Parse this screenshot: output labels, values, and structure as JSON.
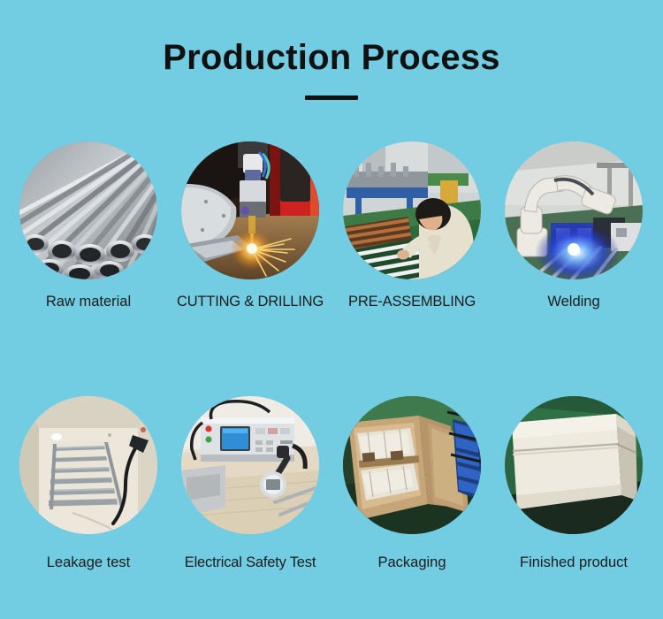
{
  "header": {
    "title": "Production Process",
    "divider": "divider-bar"
  },
  "theme": {
    "background": "#72cde2",
    "text": "#1c1c1c",
    "title": "#111111"
  },
  "process": {
    "rows": [
      {
        "steps": [
          {
            "label": "Raw material",
            "image": "stainless-steel-tubes-photo"
          },
          {
            "label": "CUTTING & DRILLING",
            "image": "laser-cutting-machine-photo"
          },
          {
            "label": "PRE-ASSEMBLING",
            "image": "worker-pre-assembling-photo"
          },
          {
            "label": "Welding",
            "image": "robot-welding-arm-photo"
          }
        ]
      },
      {
        "steps": [
          {
            "label": "Leakage test",
            "image": "water-tank-leakage-test-photo"
          },
          {
            "label": "Electrical Safety Test",
            "image": "electrical-safety-tester-photo"
          },
          {
            "label": "Packaging",
            "image": "carton-packaging-photo"
          },
          {
            "label": "Finished product",
            "image": "sealed-carton-box-photo"
          }
        ]
      }
    ]
  }
}
